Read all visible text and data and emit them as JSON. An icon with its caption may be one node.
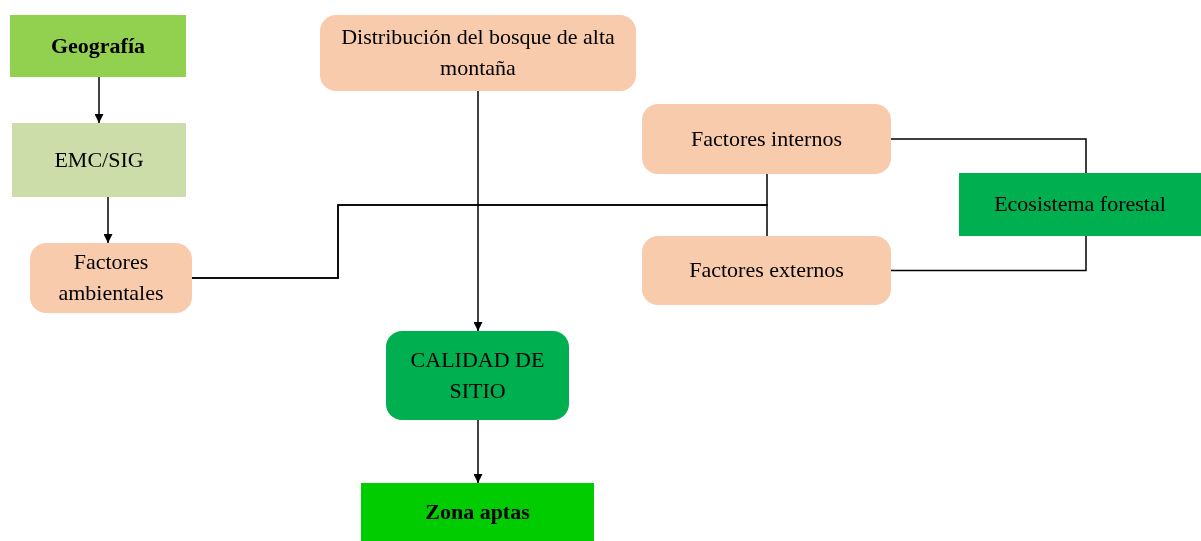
{
  "diagram": {
    "nodes": [
      {
        "text": [
          "Geografía"
        ]
      },
      {
        "text": [
          "EMC/SIG"
        ]
      },
      {
        "text": [
          "Factores ambientales"
        ]
      },
      {
        "text": [
          "Distribución del bosque de alta montaña"
        ]
      },
      {
        "text": [
          "Factores internos"
        ]
      },
      {
        "text": [
          "Ecosistema forestal"
        ]
      },
      {
        "text": [
          "Factores externos"
        ]
      },
      {
        "text": [
          "CALIDAD DE SITIO"
        ]
      },
      {
        "text": [
          "Zona aptas"
        ]
      }
    ],
    "edges": [
      {
        "from": 0,
        "to": 1,
        "arrow": "to"
      },
      {
        "from": 1,
        "to": 2,
        "arrow": "to"
      },
      {
        "from": 2,
        "to": 4,
        "arrow": "none"
      },
      {
        "from": 2,
        "to": 6,
        "arrow": "none"
      },
      {
        "from": 4,
        "to": 5,
        "arrow": "none"
      },
      {
        "from": 6,
        "to": 5,
        "arrow": "none"
      },
      {
        "from": 3,
        "to": 7,
        "arrow": "to"
      },
      {
        "from": 7,
        "to": 8,
        "arrow": "to"
      }
    ]
  }
}
